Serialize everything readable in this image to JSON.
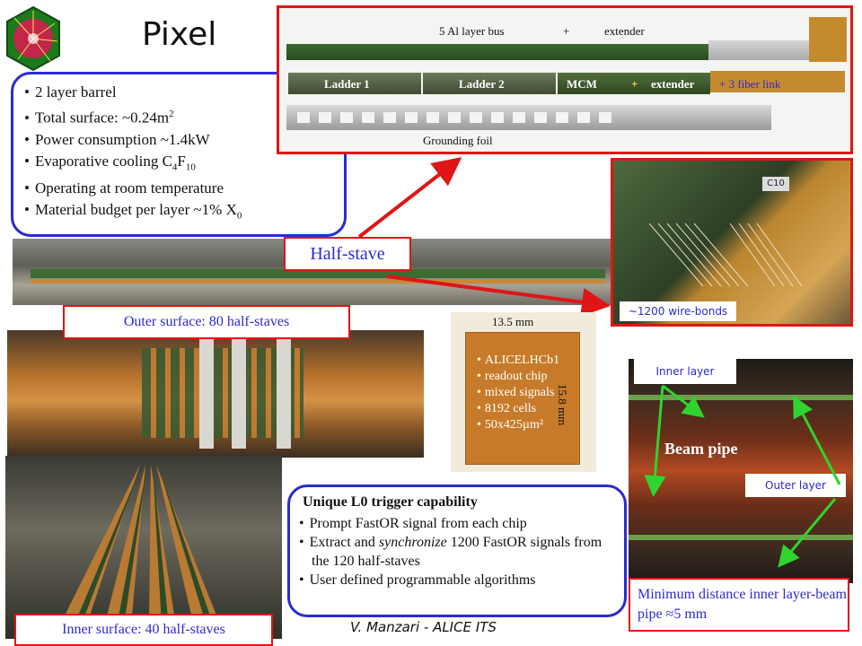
{
  "title": "Pixel",
  "footer": "V. Manzari - ALICE ITS",
  "specs": [
    {
      "text": "2 layer barrel",
      "sub": "",
      "tail": ""
    },
    {
      "text": "Total surface: ~0.24m",
      "sup": "2"
    },
    {
      "text": "Power consumption ~1.4kW"
    },
    {
      "text": "Evaporative cooling C",
      "sub1": "4",
      "mid": "F",
      "sub2": "10"
    },
    {
      "text": "Operating at room temperature"
    },
    {
      "text": "Material budget per layer ~1% X",
      "sub": "0"
    }
  ],
  "ladder": {
    "bus_label": "5 Al layer bus",
    "plus_1": "+",
    "extender_1": "extender",
    "ladder1": "Ladder 1",
    "ladder2": "Ladder 2",
    "mcm": "MCM",
    "plus_2": "+",
    "extender_2": "extender",
    "fiber": "+ 3 fiber link",
    "grounding": "Grounding foil"
  },
  "half_stave": "Half-stave",
  "wire_bonds": "~1200 wire-bonds",
  "outer_surface": "Outer surface: 80 half-staves",
  "inner_surface": "Inner surface: 40 half-staves",
  "chip": {
    "width": "13.5 mm",
    "height": "15.8 mm",
    "items": [
      "ALICELHCb1",
      "readout chip",
      "mixed signals",
      "8192 cells",
      "50x425µm²"
    ]
  },
  "beam": {
    "inner_layer": "Inner layer",
    "outer_layer": "Outer layer",
    "beam_pipe": "Beam pipe",
    "min_distance": "Minimum distance inner layer-beam pipe ≈5 mm"
  },
  "trigger": {
    "title": "Unique L0 trigger capability",
    "items": [
      {
        "pre": "Prompt FastOR signal from each chip"
      },
      {
        "pre": "Extract and ",
        "em": "synchronize",
        "post": " 1200 FastOR signals from the 120 half-staves"
      },
      {
        "pre": "User defined programmable algorithms"
      }
    ]
  },
  "colors": {
    "accent_blue": "#2b2bd0",
    "frame_red": "#e01515",
    "arrow_green": "#2fd42f",
    "copper": "#c77b2a"
  }
}
